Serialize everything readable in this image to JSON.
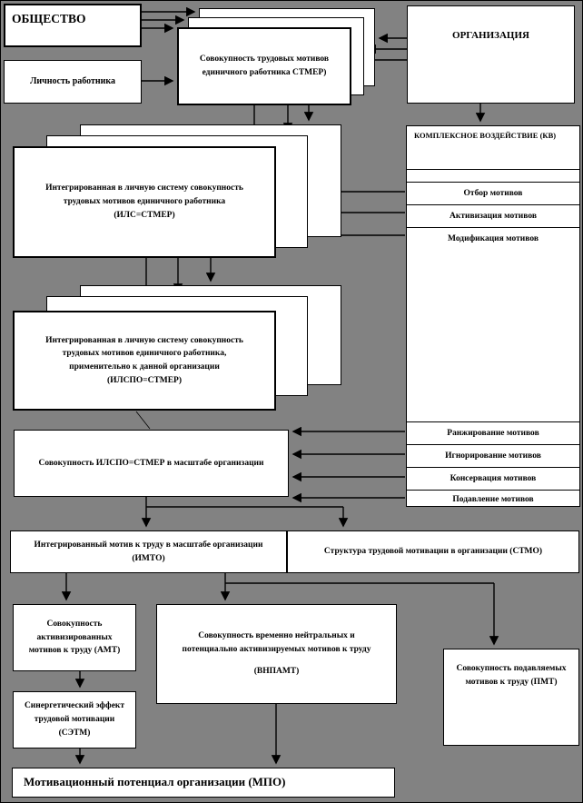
{
  "colors": {
    "canvas_background": "#828282",
    "box_fill": "#ffffff",
    "line": "#000000"
  },
  "nodes": {
    "society": "ОБЩЕСТВО",
    "personality": "Личность работника",
    "stmer": "Совокупность трудовых мотивов единичного работника СТМЕР)",
    "organization": "ОРГАНИЗАЦИЯ",
    "ils": "Интегрированная в личную систему совокупность трудовых мотивов единичного работника (ИЛС=СТМЕР)",
    "ilspo": "Интегрированная в личную систему совокупность трудовых мотивов единичного работника, применительно к данной организации (ИЛСПО=СТМЕР)",
    "scale": "Совокупность ИЛСПО=СТМЕР  в масштабе организации",
    "imto": "Интегрированный мотив к труду в масштабе организации (ИМТО)",
    "stmo": "Структура трудовой мотивации в организации (СТМО)",
    "amt": "Совокупность активизированных мотивов к труду (АМТ)",
    "vnpamt_line1": "Совокупность временно нейтральных  и потенциально активизируемых  мотивов к труду",
    "vnpamt_line2": "(ВНПАМТ)",
    "pmt": "Совокупность подавляемых  мотивов к труду (ПМТ)",
    "setm": "Синергетический эффект трудовой мотивации (СЭТМ)",
    "mpo": "Мотивационный потенциал организации (МПО)"
  },
  "kv": {
    "header": "КОМПЛЕКСНОЕ ВОЗДЕЙСТВИЕ (КВ)",
    "top_rows": [
      "Отбор мотивов",
      "Активизация мотивов",
      "Модификация мотивов"
    ],
    "bottom_rows": [
      "Ранжирование мотивов",
      "Игнорирование мотивов",
      "Консервация мотивов",
      "Подавление мотивов"
    ]
  }
}
